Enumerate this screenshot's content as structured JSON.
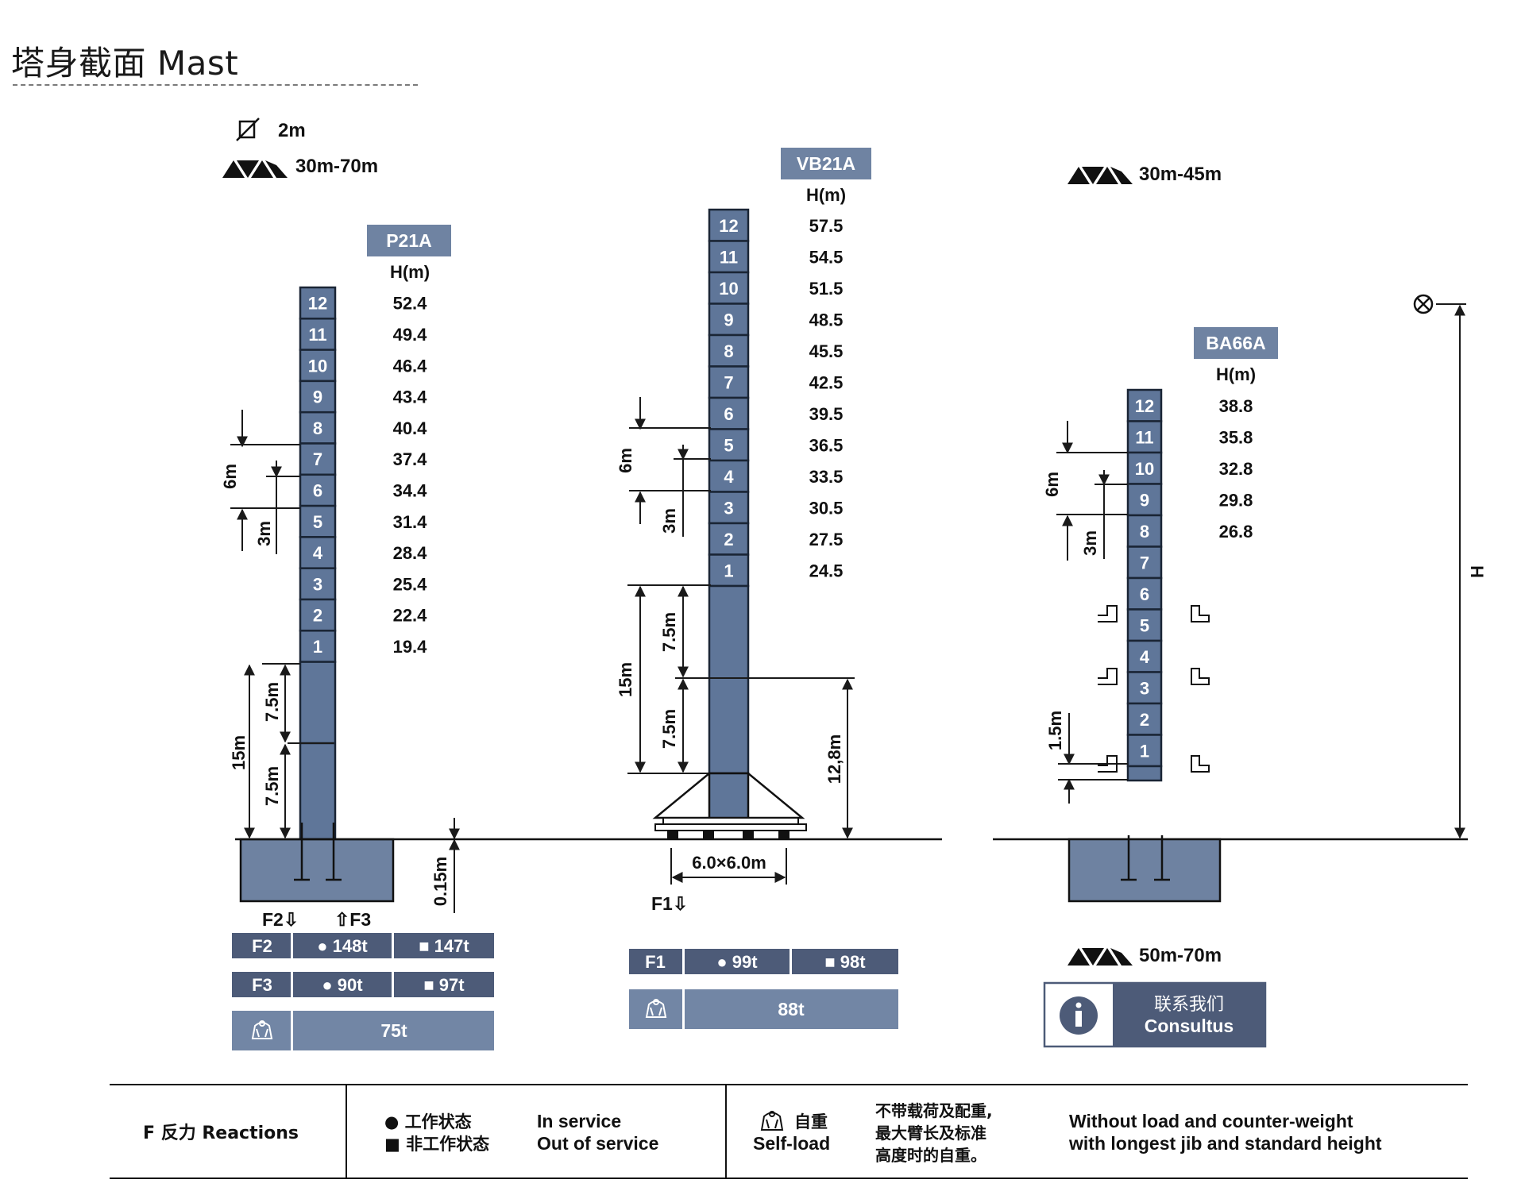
{
  "page": {
    "title": "塔身截面 Mast",
    "colors": {
      "mast": "#5f7699",
      "mast_dark": "#3d4d69",
      "foundation": "#6e82a1",
      "table_dark": "#4d5b78",
      "table_light": "#7286a5",
      "tag_bg": "#6f83a2",
      "line": "#1a1a1a"
    }
  },
  "left": {
    "section_icon": "square-diagonal-icon",
    "section_size": "2m",
    "jib_icon": "lattice-truss-icon",
    "jib_range": "30m-70m",
    "model": "P21A",
    "h_header": "H(m)",
    "sections": [
      "12",
      "11",
      "10",
      "9",
      "8",
      "7",
      "6",
      "5",
      "4",
      "3",
      "2",
      "1"
    ],
    "heights": [
      "52.4",
      "49.4",
      "46.4",
      "43.4",
      "40.4",
      "37.4",
      "34.4",
      "31.4",
      "28.4",
      "25.4",
      "22.4",
      "19.4"
    ],
    "dims": {
      "d6m": "6m",
      "d3m": "3m",
      "d15m": "15m",
      "d75a": "7.5m",
      "d75b": "7.5m",
      "d015": "0.15m"
    },
    "force_labels": {
      "f2": "F2⇩",
      "f3": "⇧F3"
    },
    "table": {
      "f2_label": "F2",
      "f2_in": "● 148t",
      "f2_out": "■ 147t",
      "f3_label": "F3",
      "f3_in": "● 90t",
      "f3_out": "■ 97t",
      "self_icon": "self-load-weight-icon",
      "self_value": "75t"
    }
  },
  "middle": {
    "model": "VB21A",
    "h_header": "H(m)",
    "sections": [
      "12",
      "11",
      "10",
      "9",
      "8",
      "7",
      "6",
      "5",
      "4",
      "3",
      "2",
      "1"
    ],
    "heights": [
      "57.5",
      "54.5",
      "51.5",
      "48.5",
      "45.5",
      "42.5",
      "39.5",
      "36.5",
      "33.5",
      "30.5",
      "27.5",
      "24.5"
    ],
    "dims": {
      "d6m": "6m",
      "d3m": "3m",
      "d15m": "15m",
      "d75a": "7.5m",
      "d75b": "7.5m",
      "d128": "12,8m",
      "base": "6.0×6.0m"
    },
    "force_label": "F1⇩",
    "table": {
      "f1_label": "F1",
      "f1_in": "● 99t",
      "f1_out": "■ 98t",
      "self_icon": "self-load-weight-icon",
      "self_value": "88t"
    }
  },
  "right": {
    "jib_icon": "lattice-truss-icon",
    "jib_range_top": "30m-45m",
    "jib_range_bottom": "50m-70m",
    "model": "BA66A",
    "h_header": "H(m)",
    "sections": [
      "12",
      "11",
      "10",
      "9",
      "8",
      "7",
      "6",
      "5",
      "4",
      "3",
      "2",
      "1"
    ],
    "heights": [
      "38.8",
      "35.8",
      "32.8",
      "29.8",
      "26.8"
    ],
    "dims": {
      "d6m": "6m",
      "d3m": "3m",
      "d15": "1.5m",
      "H": "H"
    },
    "top_icon": "circle-cross-icon",
    "contact_icon": "info-icon",
    "contact_cn": "联系我们",
    "contact_en": "Consultus"
  },
  "legend": {
    "reactions": "F 反力 Reactions",
    "in_service_cn": "● 工作状态",
    "out_service_cn": "■ 非工作状态",
    "in_service_en": "In service",
    "out_service_en": "Out of service",
    "self_icon": "self-load-weight-icon",
    "self_cn": "自重",
    "self_en": "Self-load",
    "note_cn_1": "不带载荷及配重,",
    "note_cn_2": "最大臂长及标准",
    "note_cn_3": "高度时的自重。",
    "note_en_1": "Without load and counter-weight",
    "note_en_2": "with longest jib and standard height"
  }
}
